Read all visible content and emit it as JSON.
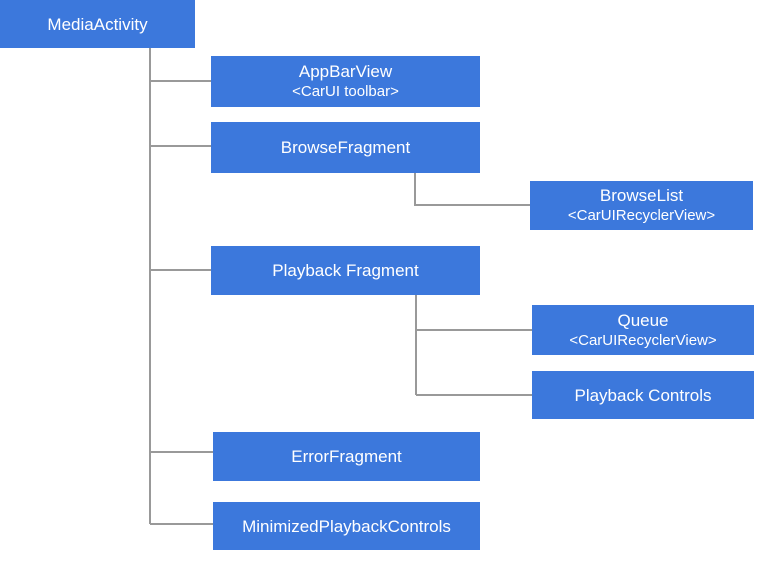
{
  "diagram": {
    "colors": {
      "node_fill": "#3c78dc",
      "node_text": "#ffffff",
      "connector": "#999999",
      "background": "#ffffff"
    },
    "nodes": [
      {
        "id": "media-activity",
        "label": "MediaActivity",
        "sublabel": "",
        "parent": null
      },
      {
        "id": "app-bar-view",
        "label": "AppBarView",
        "sublabel": "<CarUI toolbar>",
        "parent": "media-activity"
      },
      {
        "id": "browse-fragment",
        "label": "BrowseFragment",
        "sublabel": "",
        "parent": "media-activity"
      },
      {
        "id": "browse-list",
        "label": "BrowseList",
        "sublabel": "<CarUIRecyclerView>",
        "parent": "browse-fragment"
      },
      {
        "id": "playback-fragment",
        "label": "Playback Fragment",
        "sublabel": "",
        "parent": "media-activity"
      },
      {
        "id": "queue",
        "label": "Queue",
        "sublabel": "<CarUIRecyclerView>",
        "parent": "playback-fragment"
      },
      {
        "id": "playback-controls",
        "label": "Playback Controls",
        "sublabel": "",
        "parent": "playback-fragment"
      },
      {
        "id": "error-fragment",
        "label": "ErrorFragment",
        "sublabel": "",
        "parent": "media-activity"
      },
      {
        "id": "minimized-playback-controls",
        "label": "MinimizedPlaybackControls",
        "sublabel": "",
        "parent": "media-activity"
      }
    ]
  }
}
